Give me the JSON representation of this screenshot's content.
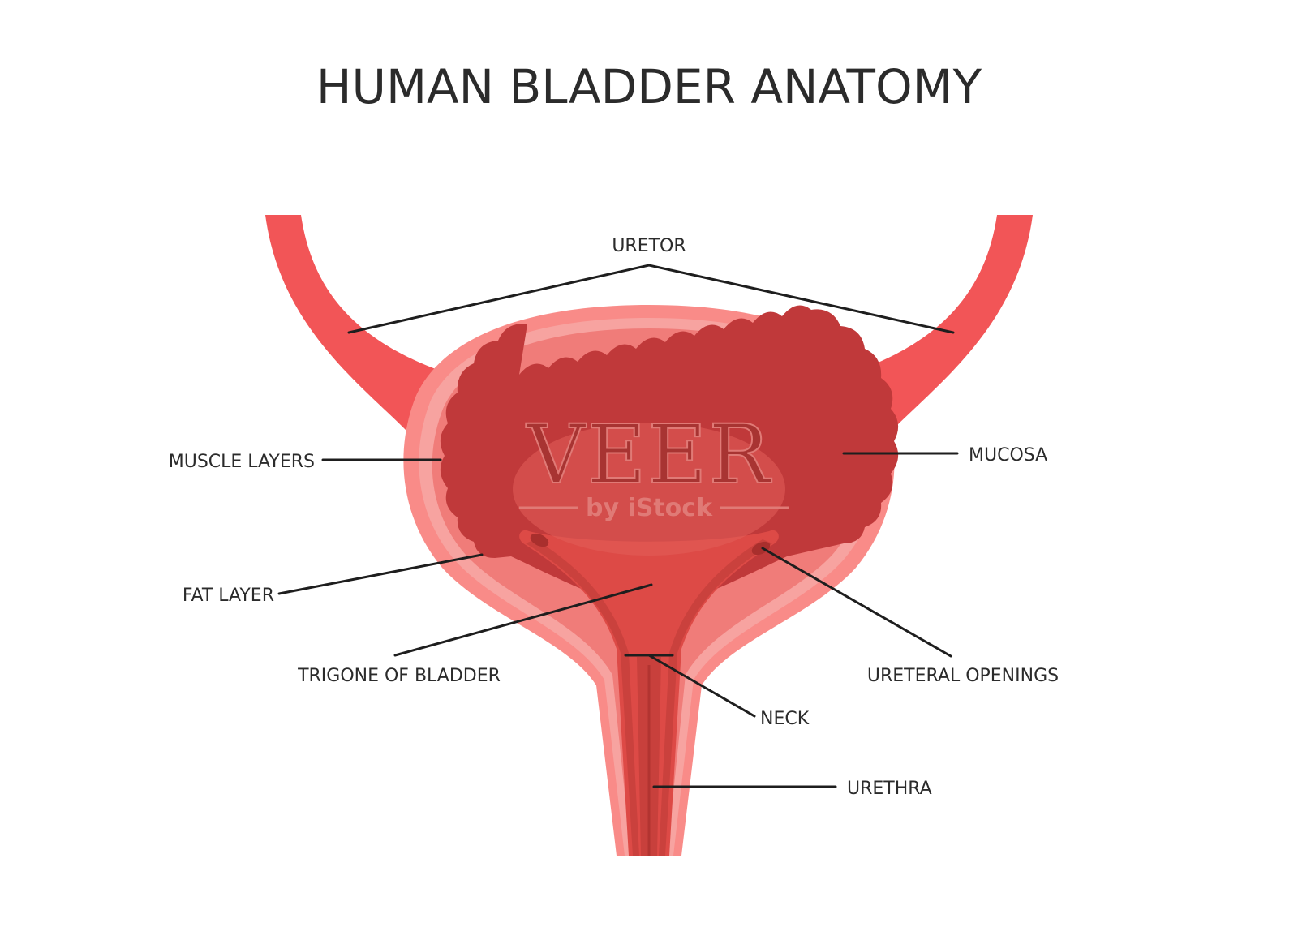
{
  "title": "HUMAN BLADDER ANATOMY",
  "labels": {
    "uretor": "URETOR",
    "mucosa": "MUCOSA",
    "muscle_layers": "MUSCLE LAYERS",
    "fat_layer": "FAT LAYER",
    "trigone": "TRIGONE OF BLADDER",
    "ureteral_openings": "URETERAL OPENINGS",
    "neck": "NECK",
    "urethra": "URETHRA"
  },
  "watermark": {
    "brand": "VEER",
    "byline": "by iStock"
  },
  "colors": {
    "ureter": "#f25557",
    "outer_wall": "#f98b88",
    "fat_layer": "#f7a3a0",
    "muscle": "#f07c79",
    "mucosa": "#c0393a",
    "trigone": "#dd4a46",
    "urethra_lumen": "#c8403c"
  }
}
